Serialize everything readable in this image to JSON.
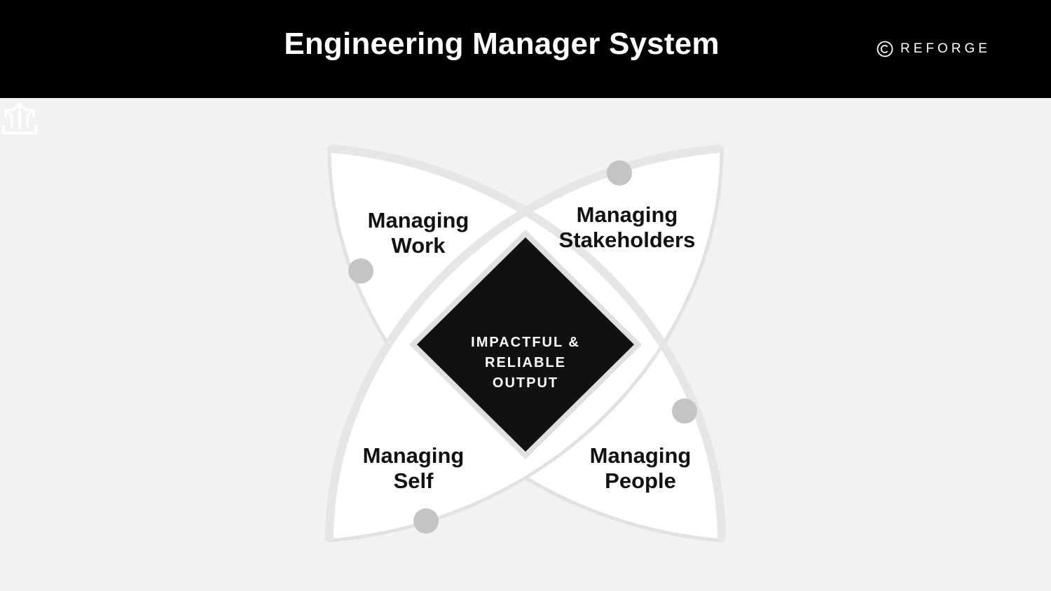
{
  "header": {
    "title": "Engineering Manager System",
    "brand": "REFORGE",
    "brand_icon": "copyright-circle-icon"
  },
  "diagram": {
    "center": {
      "icon": "upward-arrows-icon",
      "lines": [
        "IMPACTFUL &",
        "RELIABLE",
        "OUTPUT"
      ]
    },
    "petals": [
      {
        "id": "work",
        "lines": [
          "Managing",
          "Work"
        ]
      },
      {
        "id": "stakeholders",
        "lines": [
          "Managing",
          "Stakeholders"
        ]
      },
      {
        "id": "self",
        "lines": [
          "Managing",
          "Self"
        ]
      },
      {
        "id": "people",
        "lines": [
          "Managing",
          "People"
        ]
      }
    ]
  },
  "colors": {
    "header_bg": "#000000",
    "page_bg": "#f2f2f2",
    "petal_fill": "#ffffff",
    "petal_outline": "#e2e2e2",
    "center_fill": "#111111",
    "dot_fill": "#c4c4c4"
  }
}
